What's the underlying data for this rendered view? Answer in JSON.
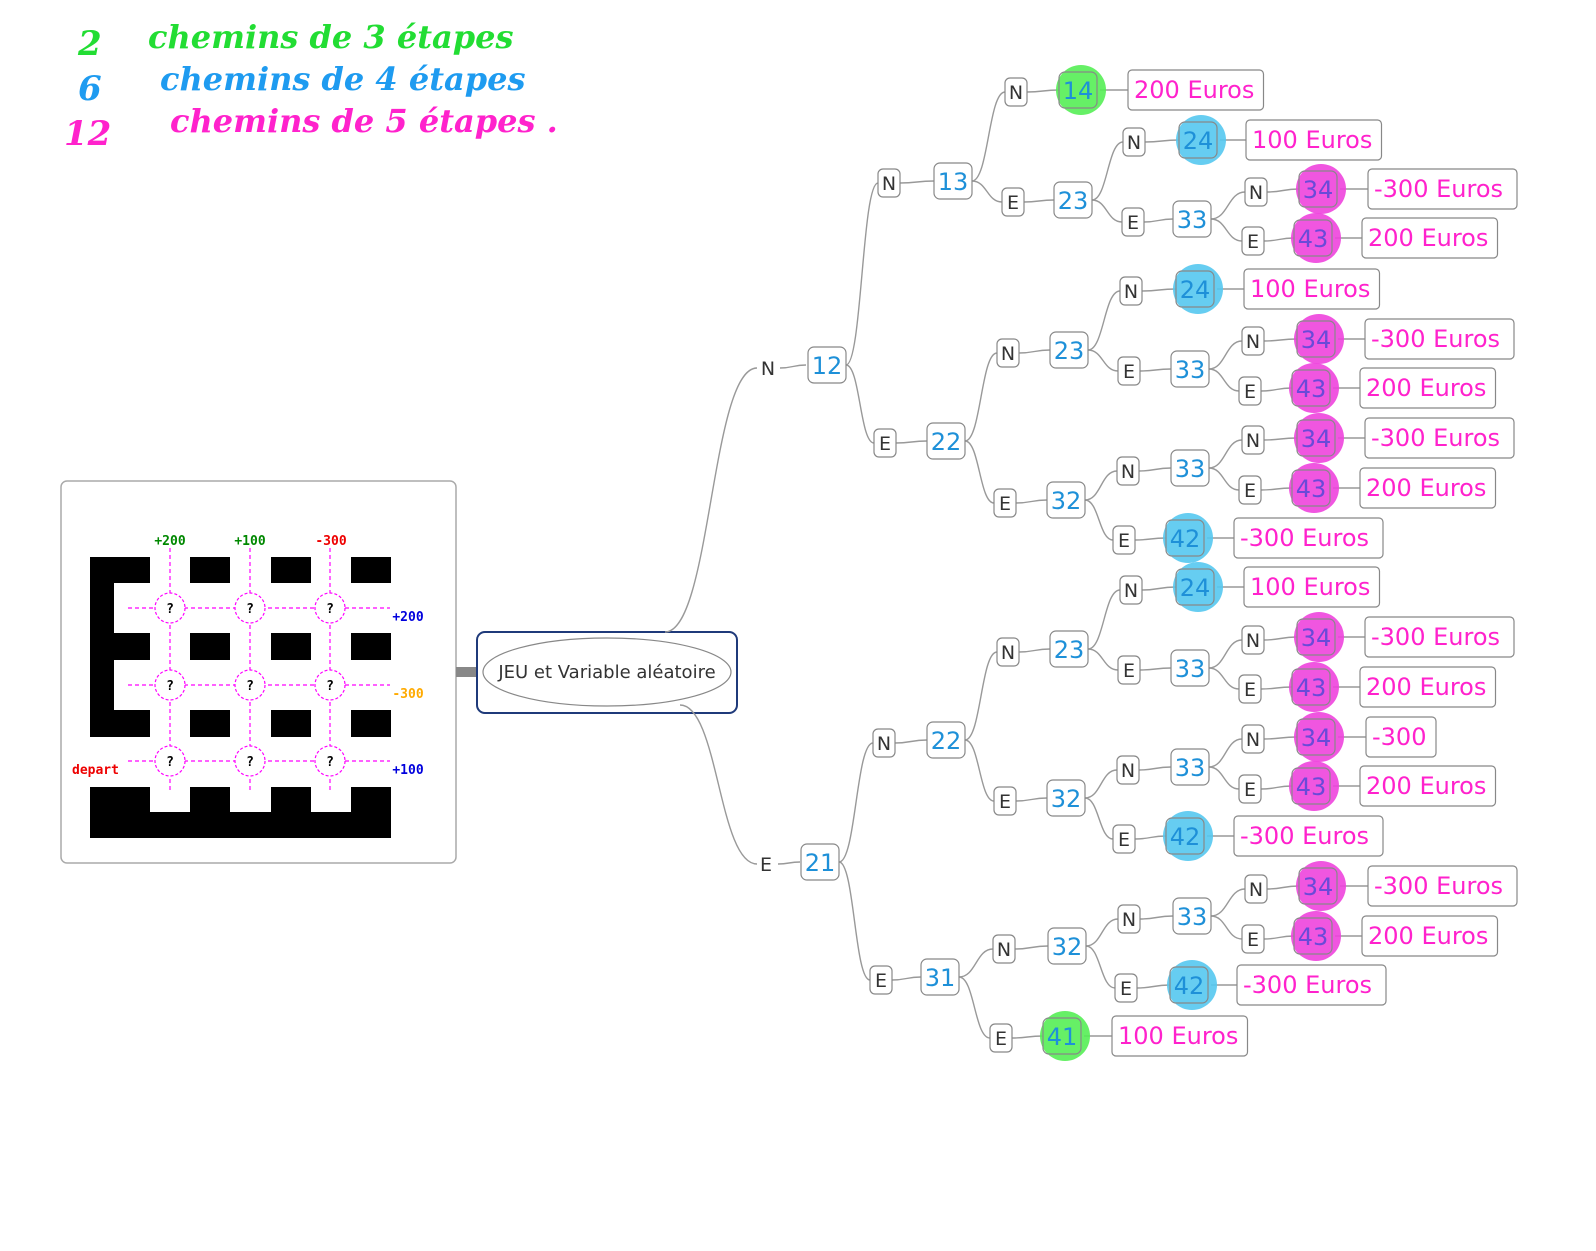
{
  "notes": [
    {
      "count": "2",
      "text": "chemins de 3 étapes",
      "color": "#22dd33"
    },
    {
      "count": "6",
      "text": "chemins de 4 étapes",
      "color": "#1e9bf0"
    },
    {
      "count": "12",
      "text": "chemins de 5 étapes .",
      "color": "#ff22cc"
    }
  ],
  "central_topic": "JEU et Variable aléatoire",
  "maze": {
    "top_labels": [
      "+200",
      "+100",
      "-300"
    ],
    "top_label_colors": [
      "#008800",
      "#008800",
      "#ee0000"
    ],
    "right_labels": [
      "+200",
      "-300",
      "+100"
    ],
    "right_label_colors": [
      "#0000dd",
      "#ffaa00",
      "#0000dd"
    ],
    "start_label": "depart",
    "cell_mark": "?"
  },
  "tree": {
    "branch_N": "N",
    "branch_E": "E",
    "level1": [
      {
        "dir": "N",
        "node": "12"
      },
      {
        "dir": "E",
        "node": "21"
      }
    ],
    "leaves": [
      {
        "node": "14",
        "value": "200 Euros"
      },
      {
        "node": "24",
        "value": "100 Euros"
      },
      {
        "node": "34",
        "value": "-300 Euros"
      },
      {
        "node": "43",
        "value": "200 Euros"
      },
      {
        "node": "24",
        "value": "100 Euros"
      },
      {
        "node": "34",
        "value": "-300 Euros"
      },
      {
        "node": "43",
        "value": "200 Euros"
      },
      {
        "node": "34",
        "value": "-300 Euros"
      },
      {
        "node": "43",
        "value": "200 Euros"
      },
      {
        "node": "42",
        "value": "-300 Euros"
      },
      {
        "node": "24",
        "value": "100 Euros"
      },
      {
        "node": "34",
        "value": "-300 Euros"
      },
      {
        "node": "43",
        "value": "200 Euros"
      },
      {
        "node": "34",
        "value": "-300"
      },
      {
        "node": "43",
        "value": "200 Euros"
      },
      {
        "node": "42",
        "value": "-300 Euros"
      },
      {
        "node": "34",
        "value": "-300 Euros"
      },
      {
        "node": "43",
        "value": "200 Euros"
      },
      {
        "node": "42",
        "value": "-300 Euros"
      },
      {
        "node": "41",
        "value": "100 Euros"
      }
    ],
    "highlight_colors": {
      "3": "#55ee55",
      "4": "#55c8f0",
      "5": "#ee44dd"
    }
  }
}
